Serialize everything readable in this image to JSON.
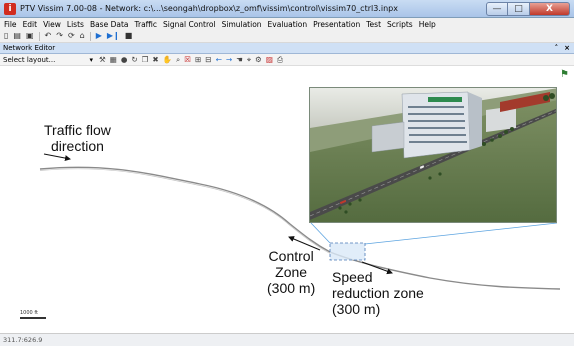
{
  "window": {
    "title": "PTV Vissim 7.00-08 - Network: c:\\...\\seongah\\dropbox\\z_omf\\vissim\\control\\vissim70_ctrl3.inpx",
    "minimize": "—",
    "maximize": "□",
    "close": "X"
  },
  "menu": [
    "File",
    "Edit",
    "View",
    "Lists",
    "Base Data",
    "Traffic",
    "Signal Control",
    "Simulation",
    "Evaluation",
    "Presentation",
    "Test",
    "Scripts",
    "Help"
  ],
  "toolbar": {
    "new": "🗋",
    "open": "🗁",
    "save": "💾",
    "undo": "↶",
    "redo": "↷",
    "play": "▶",
    "step": "▶❙",
    "stop": "■"
  },
  "panel": {
    "title": "Network Editor",
    "pin": "ȣ",
    "close": "×"
  },
  "layout": {
    "select_value": "Select layout...",
    "arrow": "▾"
  },
  "annotations": {
    "traffic_flow": "Traffic flow\ndirection",
    "control_zone": "Control\nZone\n(300 m)",
    "speed_zone": "Speed\nreduction zone\n(300 m)"
  },
  "scale": {
    "label": "1000 ft"
  },
  "status": {
    "coords": "311.7:626.9"
  },
  "colors": {
    "title_grad_top": "#c9dcf3",
    "close_red": "#c0392b",
    "panel_header": "#cfe0f5",
    "link_gray": "#8a8a8a",
    "callout_blue": "#5ba3e0"
  }
}
